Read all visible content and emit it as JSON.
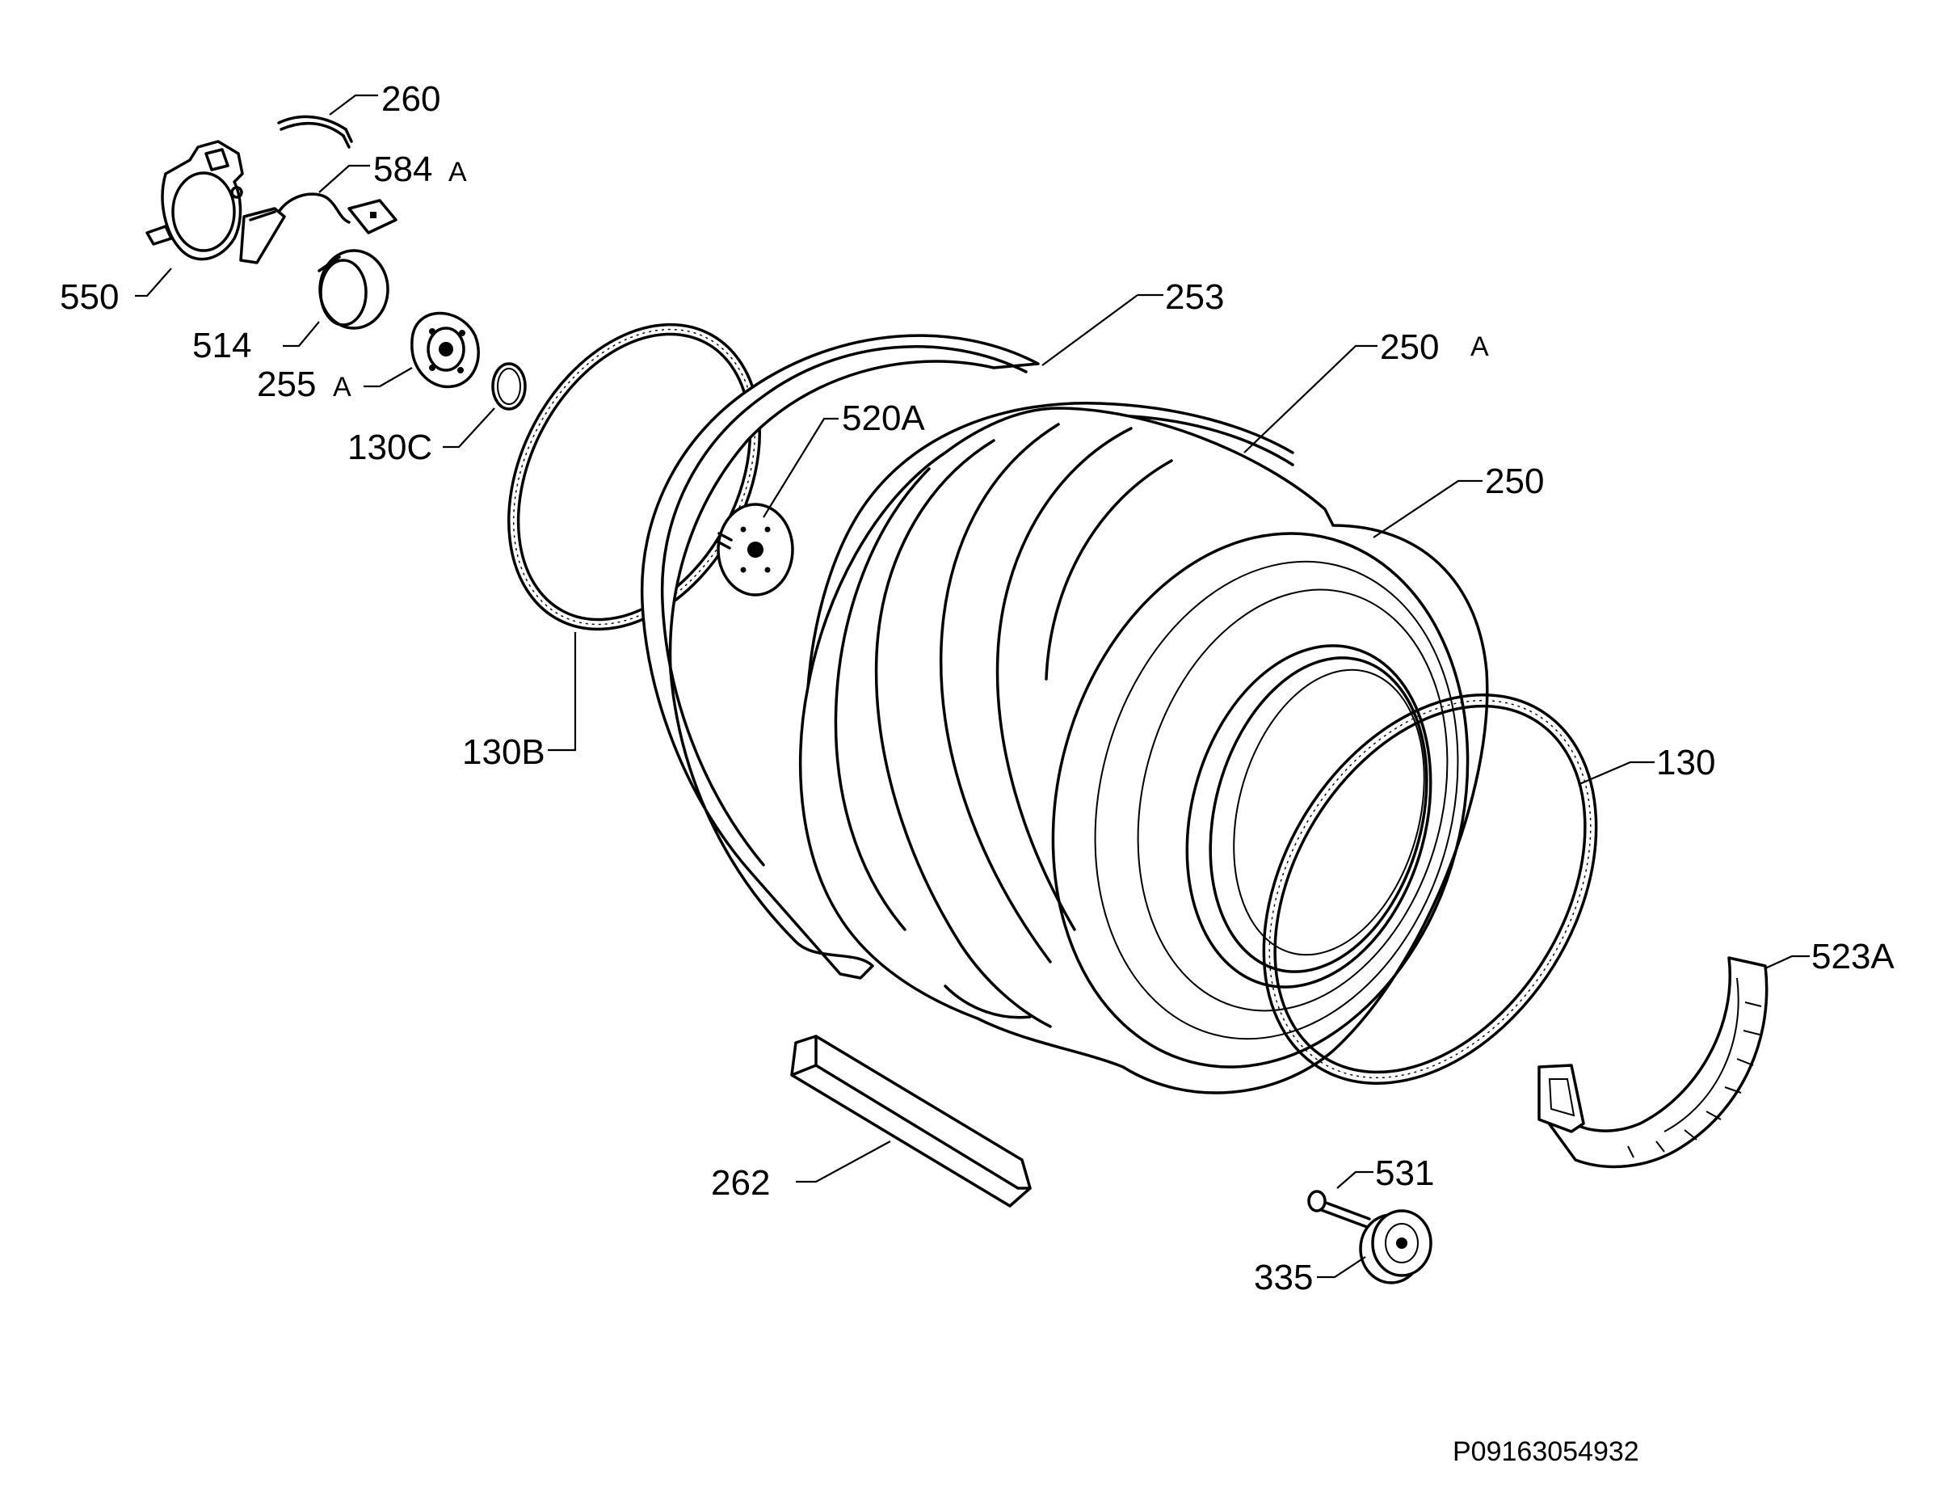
{
  "labels": {
    "p260": "260",
    "p584": "584",
    "p584_suffix": "A",
    "p550": "550",
    "p514": "514",
    "p255": "255",
    "p255_suffix": "A",
    "p130c": "130C",
    "p253": "253",
    "p250a": "250",
    "p250a_suffix": "A",
    "p520a": "520A",
    "p250": "250",
    "p130b": "130B",
    "p130": "130",
    "p523a": "523A",
    "p262": "262",
    "p531": "531",
    "p335": "335"
  },
  "reference_code": "P09163054932"
}
